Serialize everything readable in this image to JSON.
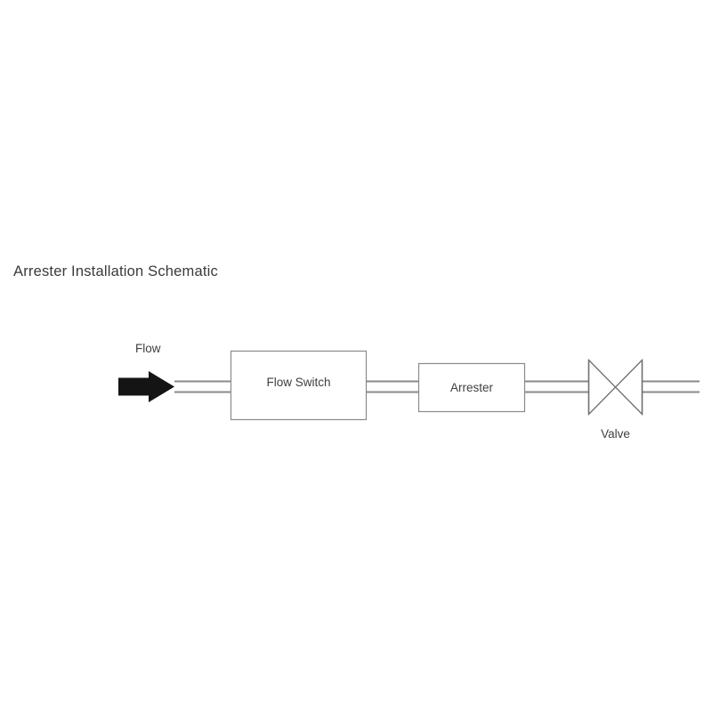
{
  "diagram": {
    "title": "Arrester Installation Schematic",
    "background_color": "#ffffff",
    "line_color": "#8a8a8a",
    "text_color": "#3f3f3f",
    "arrow_color": "#141414",
    "type": "process-flow-schematic",
    "flow_direction": "left-to-right",
    "annotations": {
      "flow_label": "Flow",
      "valve_label": "Valve"
    },
    "components": [
      {
        "id": "flow-switch",
        "label": "Flow Switch",
        "shape": "rectangle",
        "order": 1
      },
      {
        "id": "arrester",
        "label": "Arrester",
        "shape": "rectangle",
        "order": 2
      },
      {
        "id": "valve",
        "label": "Valve",
        "shape": "bowtie",
        "order": 3
      }
    ],
    "connectors": {
      "style": "double-line-pipe",
      "segments": 4
    }
  }
}
